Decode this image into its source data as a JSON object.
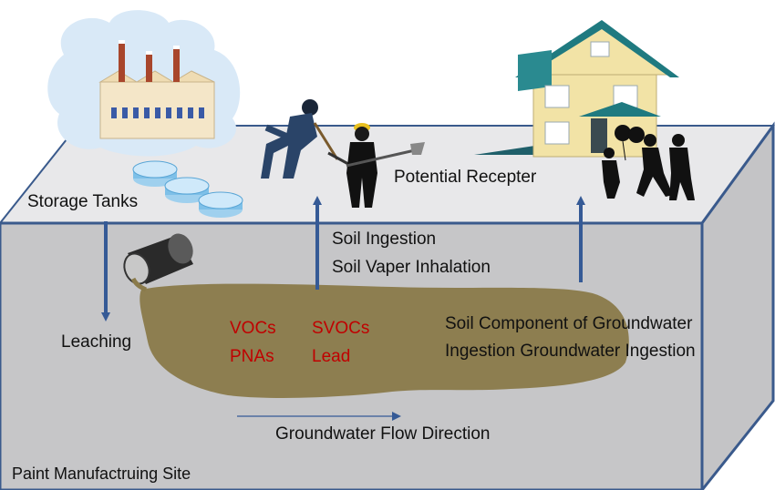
{
  "labels": {
    "storage_tanks": "Storage Tanks",
    "potential_receptor": "Potential Recepter",
    "soil_pathway_line1": "Soil Ingestion",
    "soil_pathway_line2": "Soil Vaper Inhalation",
    "groundwater_pathway_line1": "Soil Component of Groundwater",
    "groundwater_pathway_line2": "Ingestion Groundwater Ingestion",
    "leaching": "Leaching",
    "flow_direction": "Groundwater Flow Direction",
    "site_name": "Paint Manufactruing Site"
  },
  "contaminants": [
    "VOCs",
    "PNAs",
    "SVOCs",
    "Lead"
  ],
  "colors": {
    "ground_surface": "#e8e8ea",
    "subsurface": "#c6c6c8",
    "box_edge": "#3a5a8c",
    "arrow": "#355a96",
    "plume": "#8a7a4a",
    "contaminant_text": "#c00000",
    "figure": "#1a2638"
  },
  "icons": [
    "factory-icon",
    "storage-tank-icon",
    "worker-digging-icon",
    "worker-with-shovel-icon",
    "house-icon",
    "family-icon",
    "leaking-drum-icon"
  ]
}
